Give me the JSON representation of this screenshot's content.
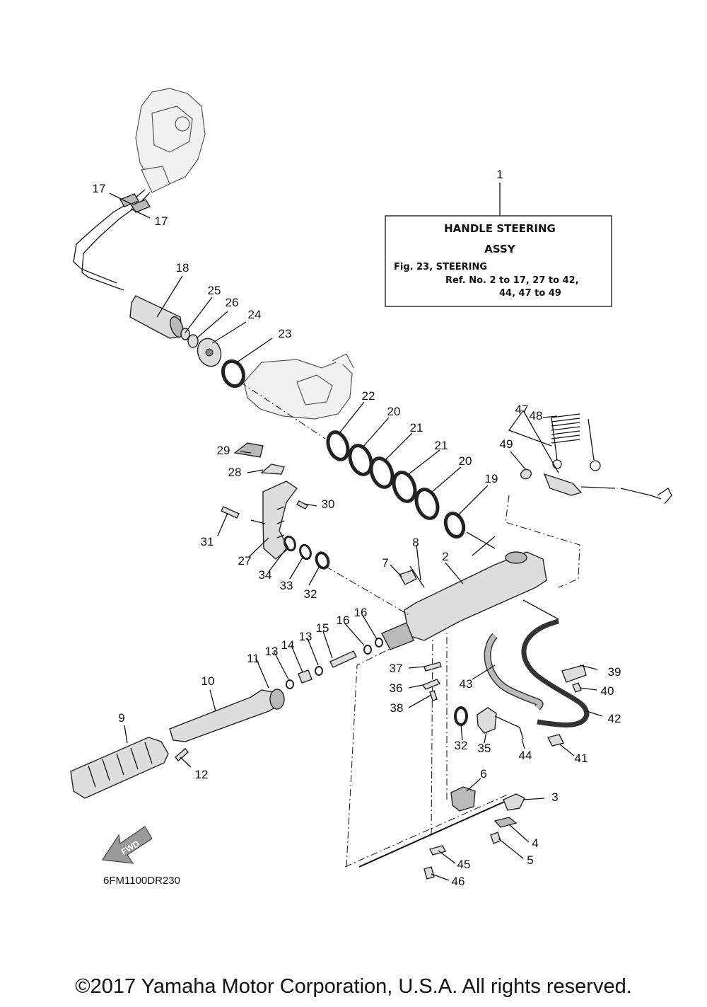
{
  "assy_box": {
    "ref": "1",
    "title": "HANDLE STEERING",
    "subtitle": "ASSY",
    "fig": "Fig. 23, STEERING",
    "refs_line1": "Ref. No. 2 to 17, 27 to 42,",
    "refs_line2": "44, 47 to 49"
  },
  "callouts": {
    "c2": "2",
    "c3": "3",
    "c4": "4",
    "c5": "5",
    "c6": "6",
    "c7": "7",
    "c8": "8",
    "c9": "9",
    "c10": "10",
    "c11": "11",
    "c12": "12",
    "c13a": "13",
    "c13b": "13",
    "c14": "14",
    "c15": "15",
    "c16a": "16",
    "c16b": "16",
    "c17a": "17",
    "c17b": "17",
    "c18": "18",
    "c19": "19",
    "c20a": "20",
    "c20b": "20",
    "c21a": "21",
    "c21b": "21",
    "c22": "22",
    "c23": "23",
    "c24": "24",
    "c25": "25",
    "c26": "26",
    "c27": "27",
    "c28": "28",
    "c29": "29",
    "c30": "30",
    "c31": "31",
    "c32a": "32",
    "c32b": "32",
    "c33": "33",
    "c34": "34",
    "c35": "35",
    "c36": "36",
    "c37": "37",
    "c38": "38",
    "c39": "39",
    "c40": "40",
    "c41": "41",
    "c42": "42",
    "c43": "43",
    "c44": "44",
    "c45": "45",
    "c46": "46",
    "c47": "47",
    "c48": "48",
    "c49": "49"
  },
  "fwd_label": "FWD",
  "diagram_code": "6FM1100DR230",
  "copyright": "©2017 Yamaha Motor Corporation, U.S.A. All rights reserved."
}
